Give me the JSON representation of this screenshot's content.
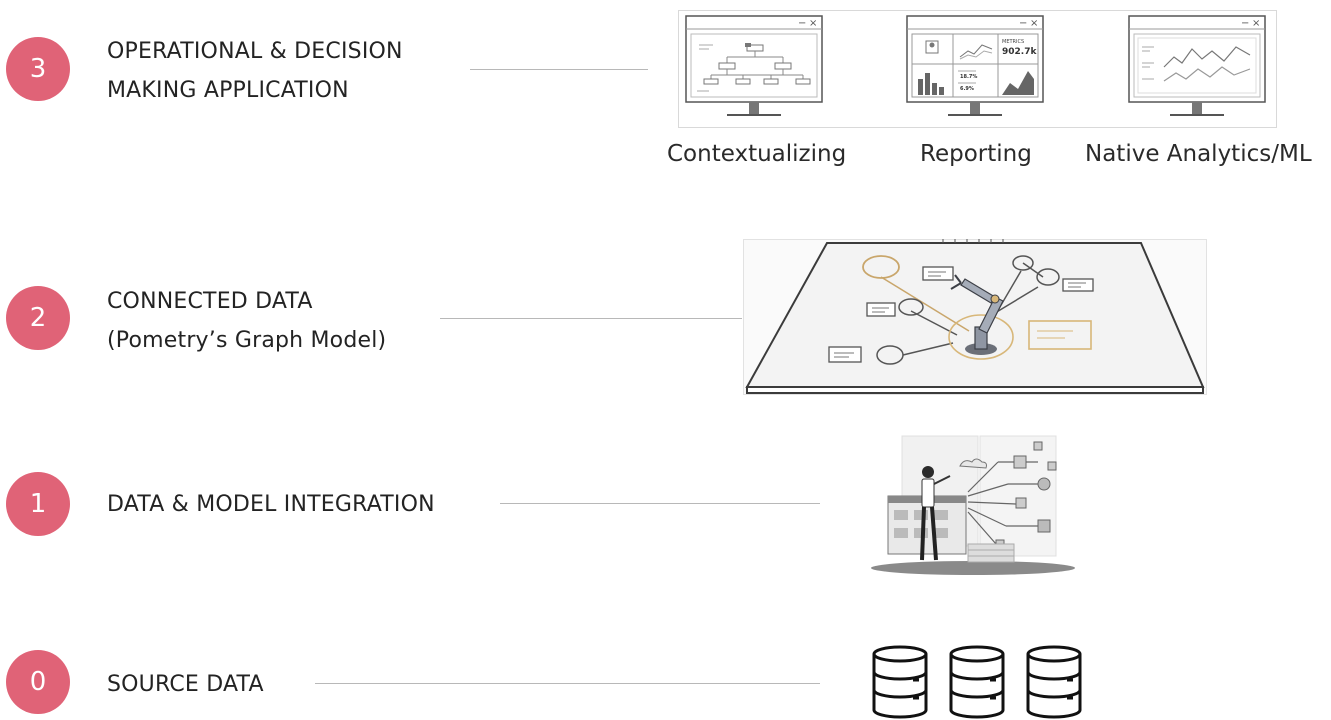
{
  "layers": [
    {
      "number": "3",
      "title_line1": "OPERATIONAL & DECISION",
      "title_line2": "MAKING APPLICATION",
      "captions": [
        "Contextualizing",
        "Reporting",
        "Native Analytics/ML"
      ],
      "report_widget": {
        "heading": "METRICS",
        "value": "902.7k",
        "stat1": "18.7%",
        "stat2": "6.9%"
      }
    },
    {
      "number": "2",
      "title_line1": "CONNECTED DATA",
      "title_line2": "(Pometry’s Graph Model)"
    },
    {
      "number": "1",
      "title_line1": "DATA & MODEL INTEGRATION"
    },
    {
      "number": "0",
      "title_line1": "SOURCE DATA"
    }
  ],
  "colors": {
    "badge": "#e06377",
    "line": "#b8b8b8",
    "accent": "#d8b779",
    "ink": "#555555"
  }
}
